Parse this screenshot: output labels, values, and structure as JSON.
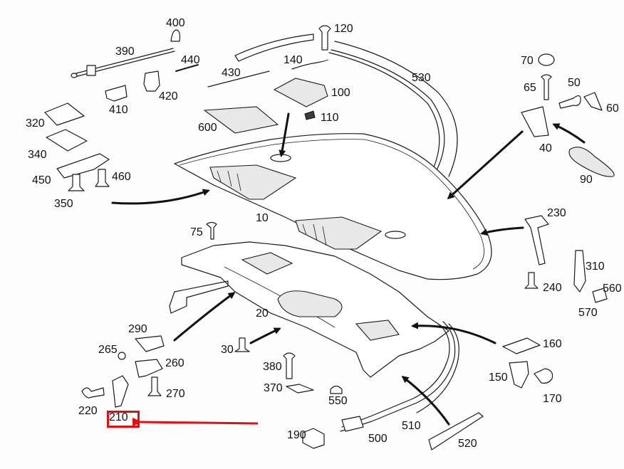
{
  "diagram": {
    "title": "Exploded parts diagram - soft top / convertible top compartment cover",
    "highlight": {
      "part": "210",
      "color": "#e01010"
    },
    "part_labels": [
      {
        "id": "400"
      },
      {
        "id": "390"
      },
      {
        "id": "440"
      },
      {
        "id": "430"
      },
      {
        "id": "420"
      },
      {
        "id": "410"
      },
      {
        "id": "320"
      },
      {
        "id": "340"
      },
      {
        "id": "450"
      },
      {
        "id": "460"
      },
      {
        "id": "350"
      },
      {
        "id": "120"
      },
      {
        "id": "140"
      },
      {
        "id": "100"
      },
      {
        "id": "110"
      },
      {
        "id": "600"
      },
      {
        "id": "530"
      },
      {
        "id": "70"
      },
      {
        "id": "65"
      },
      {
        "id": "50"
      },
      {
        "id": "60"
      },
      {
        "id": "40"
      },
      {
        "id": "90"
      },
      {
        "id": "10"
      },
      {
        "id": "75"
      },
      {
        "id": "230"
      },
      {
        "id": "240"
      },
      {
        "id": "310"
      },
      {
        "id": "560"
      },
      {
        "id": "570"
      },
      {
        "id": "20"
      },
      {
        "id": "290"
      },
      {
        "id": "265"
      },
      {
        "id": "260"
      },
      {
        "id": "270"
      },
      {
        "id": "220"
      },
      {
        "id": "210"
      },
      {
        "id": "30"
      },
      {
        "id": "380"
      },
      {
        "id": "370"
      },
      {
        "id": "550"
      },
      {
        "id": "160"
      },
      {
        "id": "150"
      },
      {
        "id": "170"
      },
      {
        "id": "190"
      },
      {
        "id": "500"
      },
      {
        "id": "510"
      },
      {
        "id": "520"
      }
    ]
  }
}
